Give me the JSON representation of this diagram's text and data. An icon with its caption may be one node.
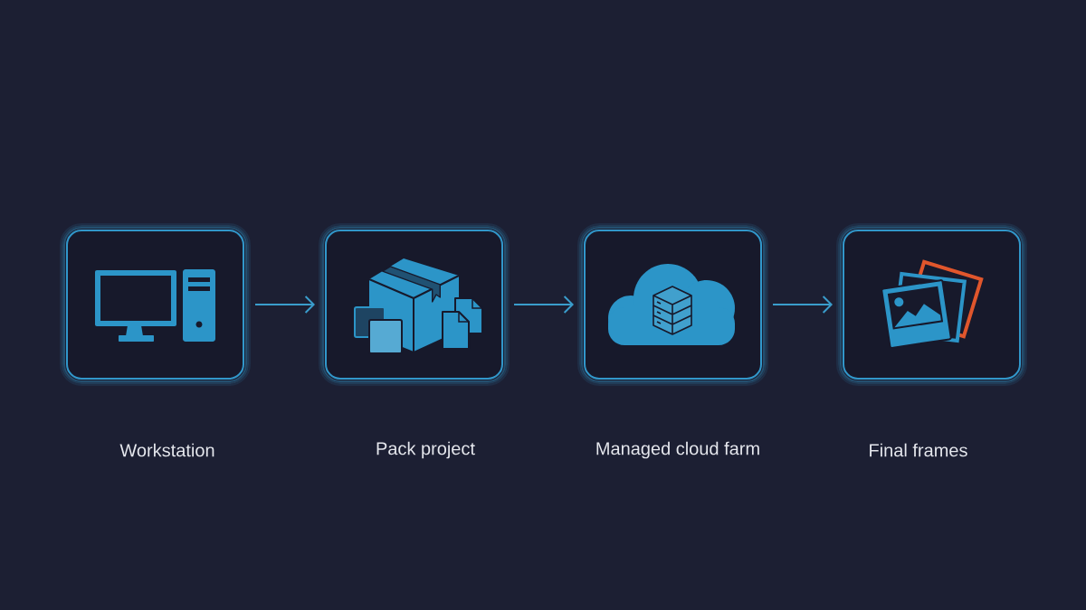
{
  "diagram": {
    "nodes": [
      {
        "text": [
          "Workstation"
        ]
      },
      {
        "text": [
          "Pack project"
        ]
      },
      {
        "text": [
          "Managed cloud farm"
        ]
      },
      {
        "text": [
          "Final frames"
        ]
      }
    ],
    "edges": [
      {
        "from": 0,
        "to": 1,
        "arrow": "to"
      },
      {
        "from": 1,
        "to": 2,
        "arrow": "to"
      },
      {
        "from": 2,
        "to": 3,
        "arrow": "to"
      }
    ]
  }
}
